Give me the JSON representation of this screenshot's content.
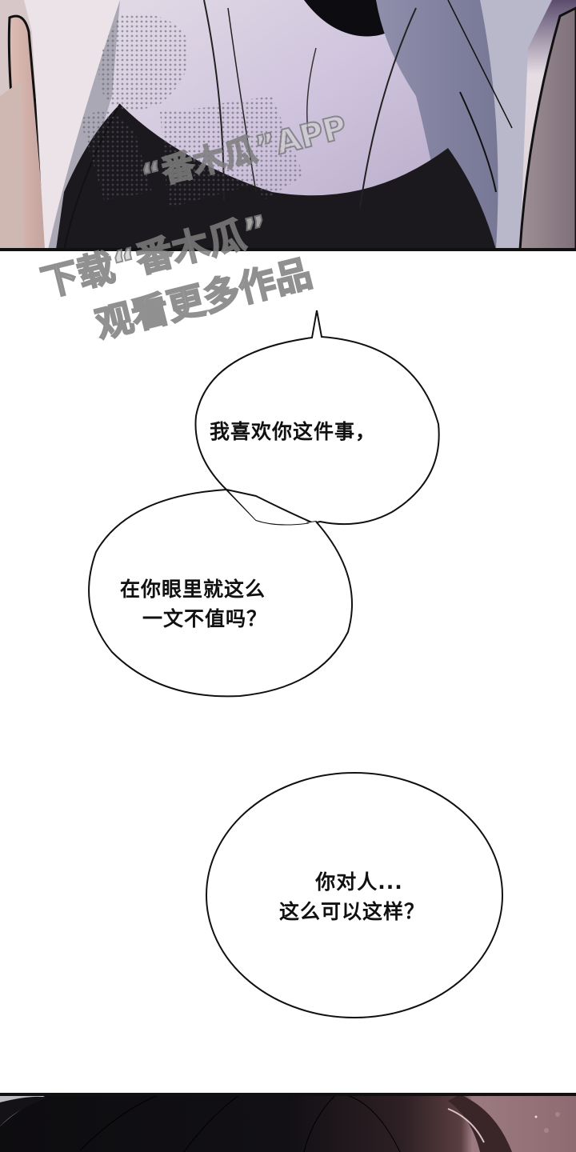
{
  "comic": {
    "panels": [
      {
        "id": "top-panel",
        "description": "close-up of character's collar and dark shirt in lavender tones"
      },
      {
        "id": "bottom-panel",
        "description": "dark hair of character against pink-mauve background"
      }
    ],
    "bubbles": [
      {
        "id": "bubble-1",
        "lines": [
          "我喜欢你这件事，"
        ]
      },
      {
        "id": "bubble-2",
        "lines": [
          "在你眼里就这么",
          "一文不值吗？"
        ]
      },
      {
        "id": "bubble-3",
        "lines": [
          "你对人...",
          "这么可以这样？"
        ]
      }
    ],
    "watermark": {
      "app_line": "“番木瓜”APP",
      "line1": "下载“番木瓜”",
      "line2": "观看更多作品",
      "combined_line1": "下载",
      "combined_line2": "观看更多作品"
    }
  },
  "colors": {
    "background": "#ffffff",
    "panel_border": "#111111",
    "shirt_light": "#cdc3da",
    "shirt_shadow": "#8b88a8",
    "dark_fabric": "#1c1a1f",
    "skin": "#c9aaa6",
    "bottom_hair": "#0e0d10",
    "bottom_bg": "#9a7078",
    "text": "#111111",
    "watermark": "#b9b9b9"
  }
}
